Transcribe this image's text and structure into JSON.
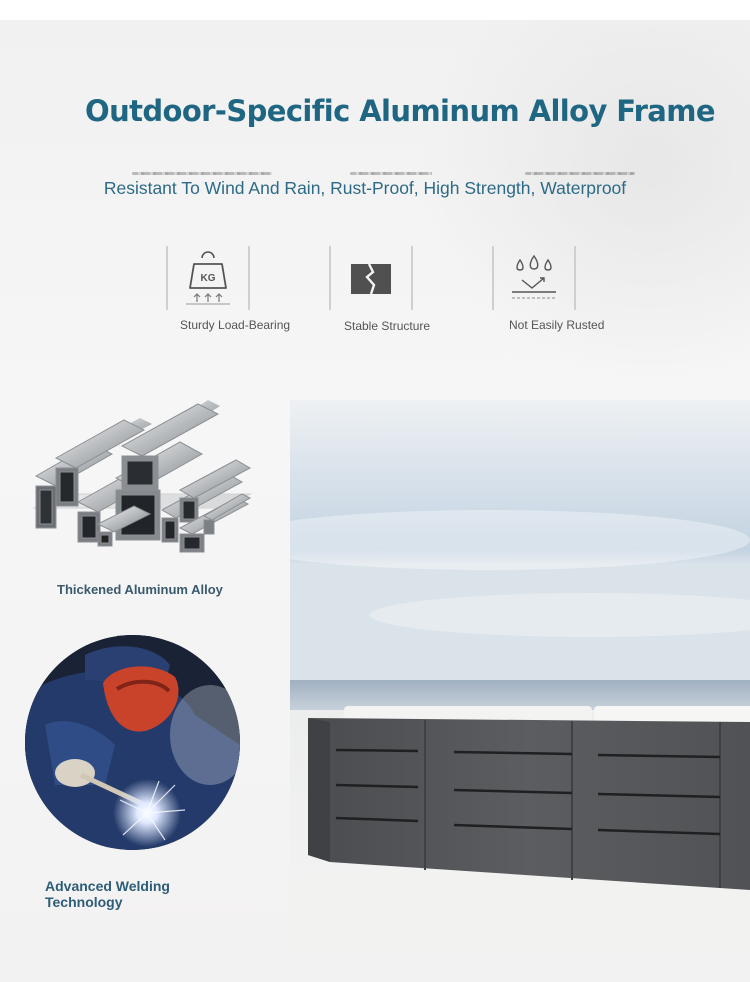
{
  "header": {
    "title": "Outdoor-Specific Aluminum Alloy Frame",
    "subtitle": "Resistant To Wind And Rain, Rust-Proof, High Strength, Waterproof"
  },
  "features": [
    {
      "label": "Sturdy Load-Bearing",
      "icon": "weight-kg-icon",
      "icon_text": "KG"
    },
    {
      "label": "Stable Structure",
      "icon": "cracked-block-icon"
    },
    {
      "label": "Not Easily Rusted",
      "icon": "water-drops-icon"
    }
  ],
  "highlights": [
    {
      "caption": "Thickened Aluminum Alloy",
      "image": "aluminum-tubes-image"
    },
    {
      "caption_line1": "Advanced Welding",
      "caption_line2": "Technology",
      "image": "welder-image"
    }
  ],
  "product_image": "outdoor-sofa-frame-image",
  "colors": {
    "accent": "#1f6683",
    "subtitle": "#2d6a86",
    "frame": "#55575a"
  }
}
